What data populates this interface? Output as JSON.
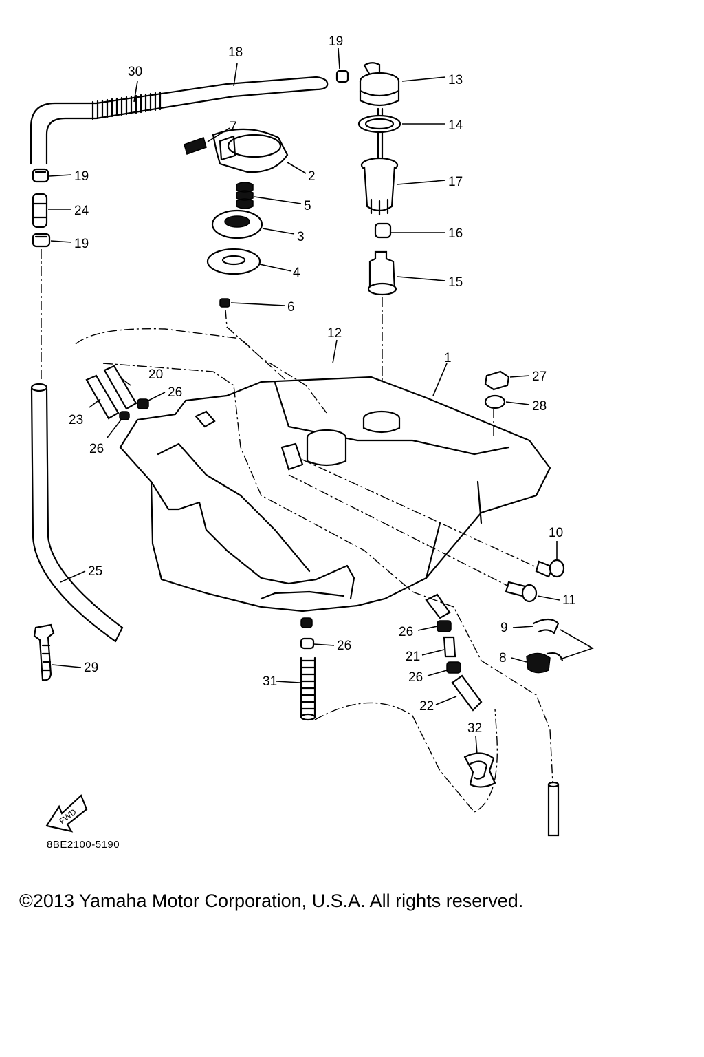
{
  "drawing_number": "8BE2100-5190",
  "copyright": "©2013 Yamaha Motor Corporation, U.S.A. All rights reserved.",
  "fwd_label": "FWD",
  "callouts": {
    "c1": "1",
    "c2": "2",
    "c3": "3",
    "c4": "4",
    "c5": "5",
    "c6": "6",
    "c7": "7",
    "c8": "8",
    "c9": "9",
    "c10": "10",
    "c11": "11",
    "c12": "12",
    "c13": "13",
    "c14": "14",
    "c15": "15",
    "c16": "16",
    "c17": "17",
    "c18": "18",
    "c19a": "19",
    "c19b": "19",
    "c19c": "19",
    "c20": "20",
    "c21": "21",
    "c22": "22",
    "c23": "23",
    "c24": "24",
    "c25": "25",
    "c26a": "26",
    "c26b": "26",
    "c26c": "26",
    "c26d": "26",
    "c26e": "26",
    "c27": "27",
    "c28": "28",
    "c29": "29",
    "c30": "30",
    "c31": "31",
    "c32": "32"
  }
}
